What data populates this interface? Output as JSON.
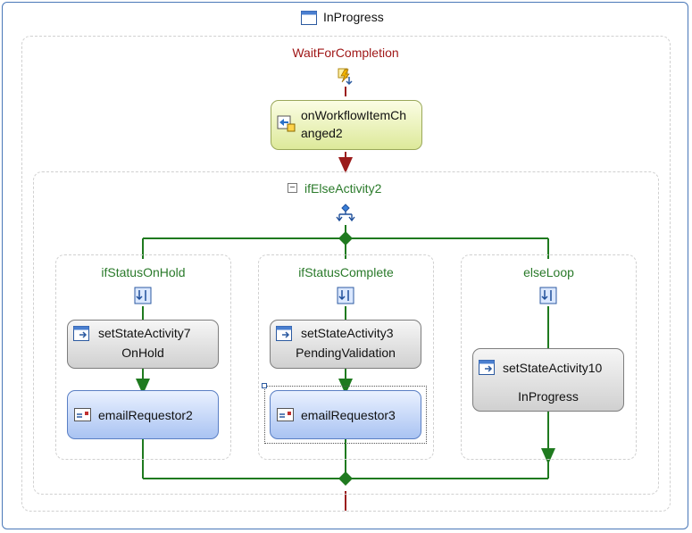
{
  "state": {
    "title": "InProgress"
  },
  "event_driven": {
    "title": "WaitForCompletion",
    "handler": {
      "line1": "onWorkflowItemCh",
      "line2": "anged2"
    }
  },
  "if_else": {
    "collapse_glyph": "−",
    "title": "ifElseActivity2",
    "branches": [
      {
        "title": "ifStatusOnHold",
        "set_state": {
          "line1": "setStateActivity7",
          "line2": "OnHold"
        },
        "email": "emailRequestor2"
      },
      {
        "title": "ifStatusComplete",
        "set_state": {
          "line1": "setStateActivity3",
          "line2": "PendingValidation"
        },
        "email": "emailRequestor3"
      },
      {
        "title": "elseLoop",
        "set_state": {
          "line1": "setStateActivity10",
          "line2": "InProgress"
        }
      }
    ]
  },
  "colors": {
    "branch_line": "#1f7a1f",
    "event_line": "#9b1c1c",
    "frame": "#4a78b8"
  }
}
